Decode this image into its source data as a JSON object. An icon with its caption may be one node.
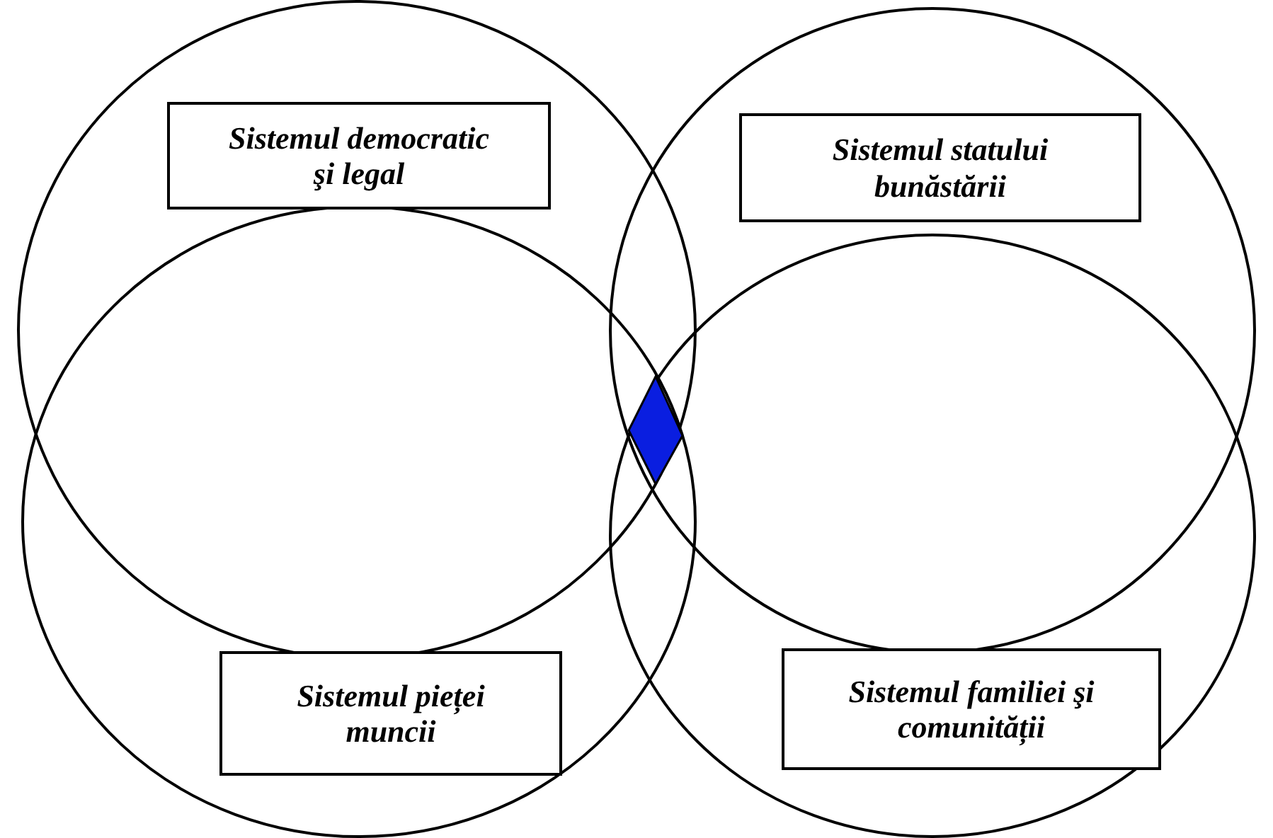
{
  "diagram": {
    "nodes": [
      {
        "text": [],
        "shape": "circle"
      },
      {
        "text": [
          "Sistemul democratic şi legal"
        ],
        "in": 0
      },
      {
        "text": [],
        "shape": "circle"
      },
      {
        "text": [
          "Sistemul statului bunăstării"
        ],
        "in": 2
      },
      {
        "text": [],
        "shape": "circle"
      },
      {
        "text": [
          "Sistemul pieței muncii"
        ],
        "in": 4
      },
      {
        "text": [],
        "shape": "circle"
      },
      {
        "text": [
          "Sistemul familiei şi comunității"
        ],
        "in": 6
      },
      {
        "text": [],
        "shape": "diamond"
      }
    ]
  }
}
